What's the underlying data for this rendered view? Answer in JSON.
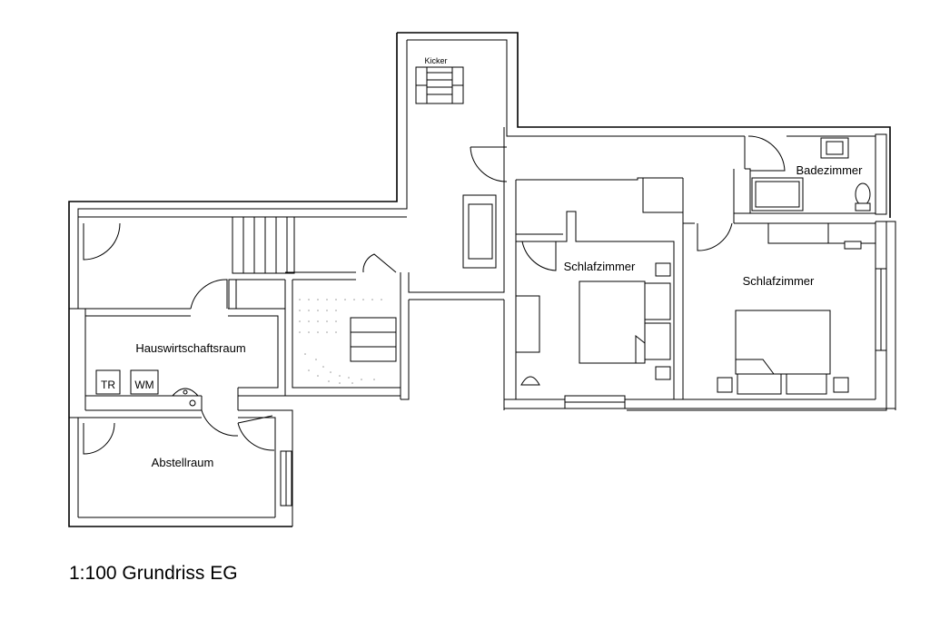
{
  "rooms": {
    "kicker": "Kicker",
    "badezimmer": "Badezimmer",
    "schlafzimmer_1": "Schlafzimmer",
    "schlafzimmer_2": "Schlafzimmer",
    "hauswirtschaftsraum": "Hauswirtschaftsraum",
    "abstellraum": "Abstellraum"
  },
  "appliances": {
    "dryer": "TR",
    "washer": "WM"
  },
  "caption": "1:100 Grundriss EG"
}
